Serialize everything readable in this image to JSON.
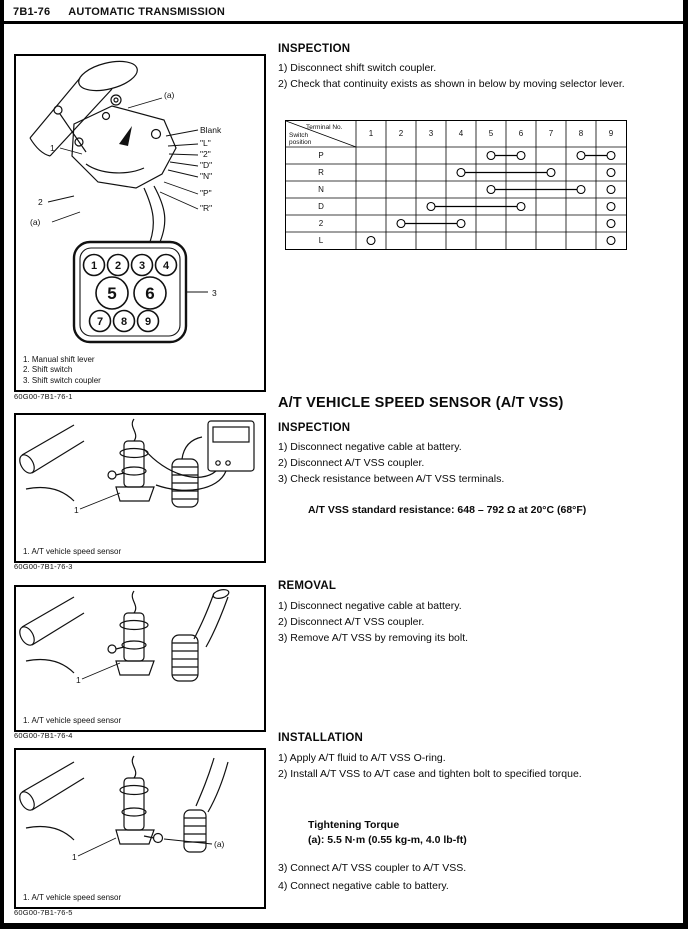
{
  "header": {
    "page_code": "7B1-76",
    "title": "AUTOMATIC TRANSMISSION"
  },
  "shift_switch": {
    "inspection_heading": "INSPECTION",
    "steps": [
      "1) Disconnect shift switch coupler.",
      "2) Check that continuity exists as shown in below by moving selector lever."
    ]
  },
  "continuity_table": {
    "corner_top": "Terminal No.",
    "corner_bottom": "Switch position",
    "terminals": [
      "1",
      "2",
      "3",
      "4",
      "5",
      "6",
      "7",
      "8",
      "9"
    ],
    "rows": [
      {
        "position": "P",
        "segments": [
          [
            5,
            6
          ],
          [
            8,
            9
          ]
        ],
        "circles": []
      },
      {
        "position": "R",
        "segments": [
          [
            4,
            7
          ]
        ],
        "circles": [
          9
        ]
      },
      {
        "position": "N",
        "segments": [
          [
            5,
            8
          ]
        ],
        "circles": [
          9
        ]
      },
      {
        "position": "D",
        "segments": [
          [
            3,
            6
          ]
        ],
        "circles": [
          9
        ]
      },
      {
        "position": "2",
        "segments": [
          [
            2,
            4
          ]
        ],
        "circles": [
          9
        ]
      },
      {
        "position": "L",
        "segments": [],
        "circles": [
          1,
          9
        ]
      }
    ]
  },
  "vss": {
    "heading": "A/T VEHICLE SPEED SENSOR (A/T VSS)",
    "inspection": {
      "heading": "INSPECTION",
      "steps": [
        "1) Disconnect negative cable at battery.",
        "2) Disconnect A/T VSS coupler.",
        "3) Check resistance between A/T VSS terminals."
      ],
      "spec": "A/T VSS standard resistance: 648 – 792 Ω at 20°C (68°F)"
    },
    "removal": {
      "heading": "REMOVAL",
      "steps": [
        "1) Disconnect negative cable at battery.",
        "2) Disconnect A/T VSS coupler.",
        "3) Remove A/T VSS by removing its bolt."
      ]
    },
    "installation": {
      "heading": "INSTALLATION",
      "steps_before": [
        "1) Apply A/T fluid to A/T VSS O-ring.",
        "2) Install A/T VSS to A/T case and tighten bolt to specified torque."
      ],
      "torque_label": "Tightening Torque",
      "torque_value": "(a): 5.5 N·m (0.55 kg-m, 4.0 lb-ft)",
      "steps_after": [
        "3) Connect A/T VSS coupler to A/T VSS.",
        "4) Connect negative cable to battery."
      ]
    }
  },
  "figures": {
    "fig1": {
      "code": "60G00-7B1-76-1",
      "captions": [
        "1. Manual shift lever",
        "2. Shift switch",
        "3. Shift switch coupler"
      ],
      "labels": {
        "a_top": "(a)",
        "blank": "Blank",
        "l": "\"L\"",
        "two": "\"2\"",
        "d": "\"D\"",
        "n": "\"N\"",
        "p": "\"P\"",
        "r": "\"R\"",
        "lever": "1",
        "switch": "2",
        "a_left": "(a)",
        "coupler": "3"
      },
      "terminals": [
        "1",
        "2",
        "3",
        "4",
        "5",
        "6",
        "7",
        "8",
        "9"
      ]
    },
    "fig2": {
      "code": "60G00-7B1-76-3",
      "caption": "1. A/T vehicle speed sensor",
      "label_sensor": "1"
    },
    "fig3": {
      "code": "60G00-7B1-76-4",
      "caption": "1. A/T vehicle speed sensor",
      "label_sensor": "1"
    },
    "fig4": {
      "code": "60G00-7B1-76-5",
      "caption": "1. A/T vehicle speed sensor",
      "label_sensor": "1",
      "label_a": "(a)"
    }
  }
}
